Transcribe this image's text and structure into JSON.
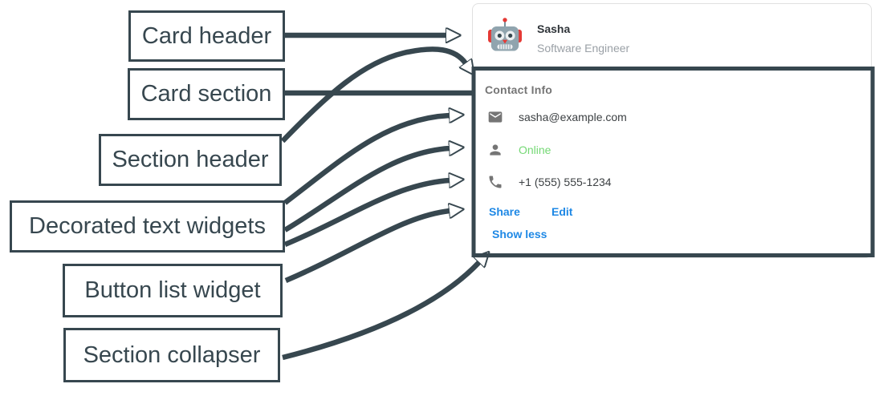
{
  "colors": {
    "ink": "#37474f",
    "link": "#1e88e5",
    "online-green": "#74d874",
    "muted": "#757575",
    "subtle": "#9aa0a6",
    "text-dark": "#3c4043",
    "card-border": "#e0e0e0"
  },
  "annotations": {
    "labels": [
      {
        "id": "card-header",
        "text": "Card header"
      },
      {
        "id": "card-section",
        "text": "Card section"
      },
      {
        "id": "section-header",
        "text": "Section header"
      },
      {
        "id": "decorated-text",
        "text": "Decorated text widgets"
      },
      {
        "id": "button-list",
        "text": "Button list widget"
      },
      {
        "id": "section-collapser",
        "text": "Section collapser"
      }
    ]
  },
  "card": {
    "header": {
      "name": "Sasha",
      "subtitle": "Software Engineer",
      "avatar": "robot-emoji"
    },
    "section": {
      "title": "Contact Info",
      "rows": [
        {
          "icon": "email-icon",
          "text": "sasha@example.com"
        },
        {
          "icon": "person-icon",
          "text": "Online"
        },
        {
          "icon": "phone-icon",
          "text": "+1 (555) 555-1234"
        }
      ],
      "buttons": [
        {
          "label": "Share"
        },
        {
          "label": "Edit"
        }
      ],
      "collapser_label": "Show less"
    }
  }
}
